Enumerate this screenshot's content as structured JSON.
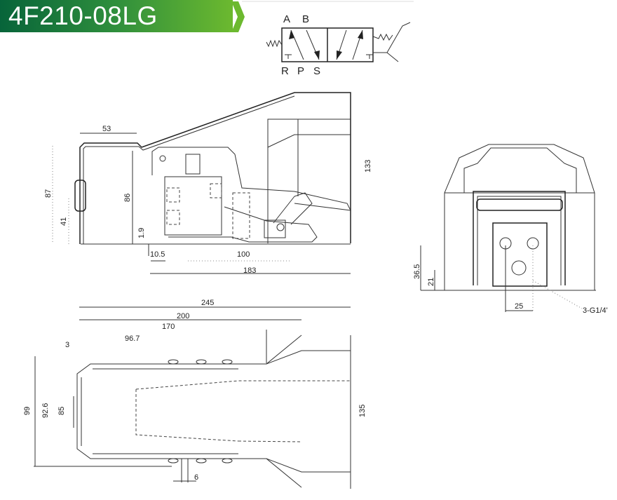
{
  "header": {
    "model": "4F210-08LG",
    "accent_start": "#07643a",
    "accent_end": "#6cb92f"
  },
  "symbol": {
    "ports_top": [
      "A",
      "B"
    ],
    "ports_bottom": [
      "R",
      "P",
      "S"
    ]
  },
  "side_view": {
    "dims": {
      "d53": "53",
      "d133": "133",
      "d87": "87",
      "d41": "41",
      "d86": "86",
      "d19": "1.9",
      "d105": "10.5",
      "d100": "100",
      "d183": "183"
    }
  },
  "end_view": {
    "dims": {
      "d365": "36.5",
      "d21": "21",
      "d25": "25",
      "port_thread": "3-G1/4'"
    }
  },
  "top_view": {
    "dims": {
      "d245": "245",
      "d200": "200",
      "d170": "170",
      "d967": "96.7",
      "d3": "3",
      "d99": "99",
      "d926": "92.6",
      "d85": "85",
      "d135": "135",
      "d6": "6"
    }
  }
}
